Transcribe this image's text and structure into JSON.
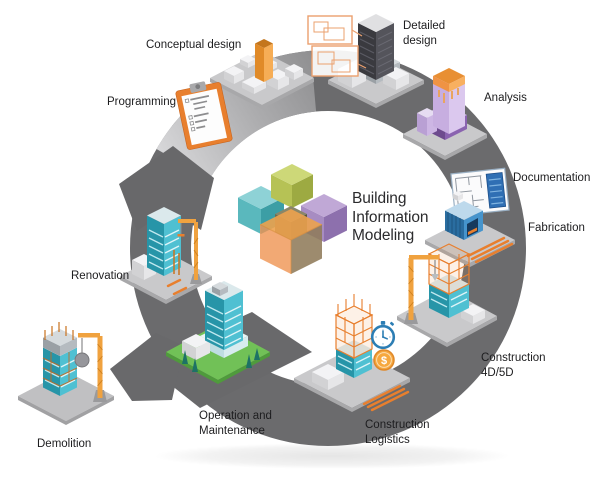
{
  "diagram": {
    "center_title": "Building Information Modeling"
  },
  "stages": [
    {
      "id": "conceptual-design",
      "label": "Conceptual design",
      "icon": "city-massing-model-icon"
    },
    {
      "id": "detailed-design",
      "label": "Detailed design",
      "icon": "wireframe-tower-floorplans-icon"
    },
    {
      "id": "analysis",
      "label": "Analysis",
      "icon": "analysis-building-icon"
    },
    {
      "id": "documentation",
      "label": "Documentation",
      "icon": "blueprint-sheet-icon"
    },
    {
      "id": "fabrication",
      "label": "Fabrication",
      "icon": "fabrication-container-icon"
    },
    {
      "id": "construction-4d-5d",
      "label": "Construction 4D/5D",
      "icon": "crane-construction-icon"
    },
    {
      "id": "construction-logistics",
      "label": "Construction Logistics",
      "icon": "scaffold-time-cost-icon"
    },
    {
      "id": "operation-maintenance",
      "label": "Operation and Maintenance",
      "icon": "completed-building-lawn-icon"
    },
    {
      "id": "renovation",
      "label": "Renovation",
      "icon": "building-crane-renovation-icon"
    },
    {
      "id": "demolition",
      "label": "Demolition",
      "icon": "wrecking-ball-building-icon"
    },
    {
      "id": "programming",
      "label": "Programming",
      "icon": "clipboard-checklist-icon"
    }
  ],
  "overlays": {
    "cost_symbol": "$",
    "time_icon": "stopwatch-icon",
    "cost_icon": "dollar-coin-icon"
  },
  "colors": {
    "ring_dark": "#6b6b6d",
    "ring_light": "#dadadc",
    "accent_orange": "#e87f2e",
    "teal": "#4fc0d2",
    "lawn_green": "#71c157",
    "cube_teal": "#5ab8bd",
    "cube_olive": "#b6c255",
    "cube_purple": "#a78cc2",
    "cube_orange": "#ef9655",
    "clock_blue": "#2d7eb4",
    "coin_orange": "#f6a83e"
  }
}
